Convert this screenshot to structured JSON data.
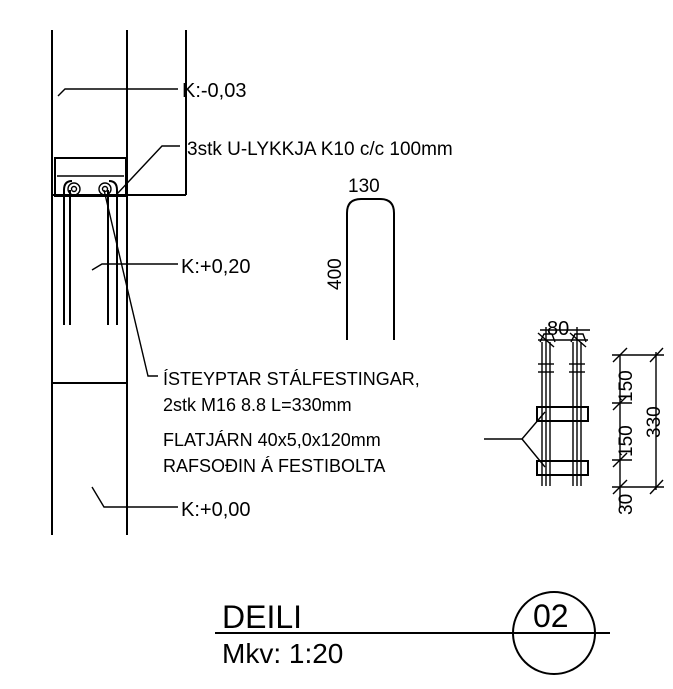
{
  "labels": {
    "level_top": "K:-0,03",
    "u_loops": "3stk U-LYKKJA K10 c/c 100mm",
    "level_mid": "K:+0,20",
    "anchors_line1": "ÍSTEYPTAR STÁLFESTINGAR,",
    "anchors_line2": "2stk M16 8.8 L=330mm",
    "flatbar_line1": "FLATJÁRN 40x5,0x120mm",
    "flatbar_line2": "RAFSOÐIN Á FESTIBOLTA",
    "level_bottom": "K:+0,00"
  },
  "dims": {
    "loop_width": "130",
    "loop_height": "400",
    "bolt_spacing": "80",
    "d_150a": "150",
    "d_150b": "150",
    "d_30": "30",
    "d_330": "330"
  },
  "title": {
    "name": "DEILI",
    "scale": "Mkv: 1:20",
    "number": "02"
  }
}
